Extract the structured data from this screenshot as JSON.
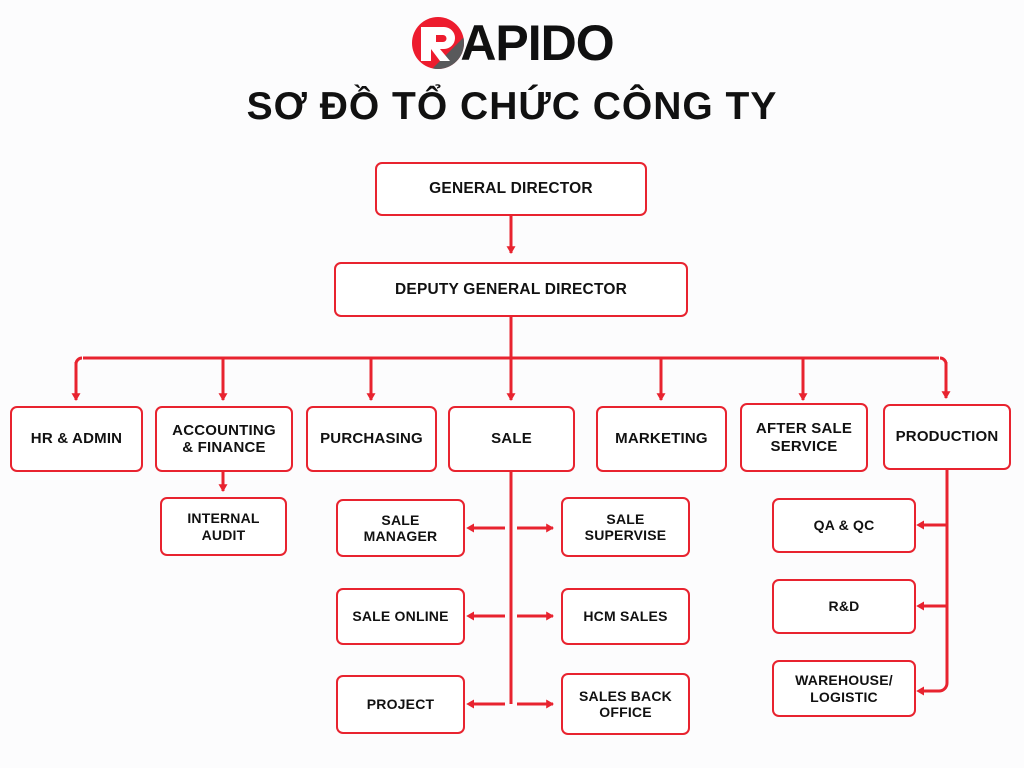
{
  "brand": {
    "logo_icon": "rapido-circle-r-logo",
    "logo_text": "APIDO",
    "logo_red": "#ED1C2E",
    "logo_gray": "#58595B"
  },
  "page": {
    "title": "SƠ ĐỒ TỔ CHỨC CÔNG TY",
    "accent_color": "#E8232F",
    "background": "#FCFCFD"
  },
  "chart_data": {
    "type": "diagram",
    "subtype": "organization-chart",
    "title": "SƠ ĐỒ TỔ CHỨC CÔNG TY",
    "orientation": "top-down",
    "nodes": [
      {
        "id": "general_director",
        "label": "GENERAL DIRECTOR",
        "level": 0
      },
      {
        "id": "deputy_director",
        "label": "DEPUTY GENERAL DIRECTOR",
        "level": 1
      },
      {
        "id": "hr_admin",
        "label": "HR & ADMIN",
        "level": 2
      },
      {
        "id": "accounting_finance",
        "label": "ACCOUNTING\n& FINANCE",
        "level": 2
      },
      {
        "id": "purchasing",
        "label": "PURCHASING",
        "level": 2
      },
      {
        "id": "sale",
        "label": "SALE",
        "level": 2
      },
      {
        "id": "marketing",
        "label": "MARKETING",
        "level": 2
      },
      {
        "id": "after_sale_service",
        "label": "AFTER SALE\nSERVICE",
        "level": 2
      },
      {
        "id": "production",
        "label": "PRODUCTION",
        "level": 2
      },
      {
        "id": "internal_audit",
        "label": "INTERNAL\nAUDIT",
        "level": 3
      },
      {
        "id": "sale_manager",
        "label": "SALE\nMANAGER",
        "level": 3
      },
      {
        "id": "sale_supervise",
        "label": "SALE\nSUPERVISE",
        "level": 3
      },
      {
        "id": "sale_online",
        "label": "SALE ONLINE",
        "level": 3
      },
      {
        "id": "hcm_sales",
        "label": "HCM SALES",
        "level": 3
      },
      {
        "id": "project",
        "label": "PROJECT",
        "level": 3
      },
      {
        "id": "sales_back_office",
        "label": "SALES BACK\nOFFICE",
        "level": 3
      },
      {
        "id": "qa_qc",
        "label": "QA & QC",
        "level": 3
      },
      {
        "id": "rd",
        "label": "R&D",
        "level": 3
      },
      {
        "id": "warehouse_logistic",
        "label": "WAREHOUSE/\nLOGISTIC",
        "level": 3
      }
    ],
    "edges": [
      {
        "from": "general_director",
        "to": "deputy_director",
        "style": "arrow-down"
      },
      {
        "from": "deputy_director",
        "to": "hr_admin",
        "style": "bus-arrow-down"
      },
      {
        "from": "deputy_director",
        "to": "accounting_finance",
        "style": "bus-arrow-down"
      },
      {
        "from": "deputy_director",
        "to": "purchasing",
        "style": "bus-arrow-down"
      },
      {
        "from": "deputy_director",
        "to": "sale",
        "style": "bus-arrow-down"
      },
      {
        "from": "deputy_director",
        "to": "marketing",
        "style": "bus-arrow-down"
      },
      {
        "from": "deputy_director",
        "to": "after_sale_service",
        "style": "bus-arrow-down"
      },
      {
        "from": "deputy_director",
        "to": "production",
        "style": "bus-arrow-down"
      },
      {
        "from": "accounting_finance",
        "to": "internal_audit",
        "style": "arrow-down"
      },
      {
        "from": "sale",
        "to": "sale_manager",
        "style": "arrow-left"
      },
      {
        "from": "sale",
        "to": "sale_supervise",
        "style": "arrow-right"
      },
      {
        "from": "sale",
        "to": "sale_online",
        "style": "arrow-left"
      },
      {
        "from": "sale",
        "to": "hcm_sales",
        "style": "arrow-right"
      },
      {
        "from": "sale",
        "to": "project",
        "style": "arrow-left"
      },
      {
        "from": "sale",
        "to": "sales_back_office",
        "style": "arrow-right"
      },
      {
        "from": "production",
        "to": "qa_qc",
        "style": "arrow-left"
      },
      {
        "from": "production",
        "to": "rd",
        "style": "arrow-left"
      },
      {
        "from": "production",
        "to": "warehouse_logistic",
        "style": "arrow-left"
      }
    ]
  },
  "labels": {
    "general_director": "GENERAL DIRECTOR",
    "deputy_director": "DEPUTY GENERAL DIRECTOR",
    "hr_admin": "HR & ADMIN",
    "accounting_finance_l1": "ACCOUNTING",
    "accounting_finance_l2": "& FINANCE",
    "purchasing": "PURCHASING",
    "sale": "SALE",
    "marketing": "MARKETING",
    "after_sale_l1": "AFTER SALE",
    "after_sale_l2": "SERVICE",
    "production": "PRODUCTION",
    "internal_audit_l1": "INTERNAL",
    "internal_audit_l2": "AUDIT",
    "sale_manager_l1": "SALE",
    "sale_manager_l2": "MANAGER",
    "sale_supervise_l1": "SALE",
    "sale_supervise_l2": "SUPERVISE",
    "sale_online": "SALE ONLINE",
    "hcm_sales": "HCM SALES",
    "project": "PROJECT",
    "sales_back_office_l1": "SALES BACK",
    "sales_back_office_l2": "OFFICE",
    "qa_qc": "QA & QC",
    "rd": "R&D",
    "warehouse_l1": "WAREHOUSE/",
    "warehouse_l2": "LOGISTIC"
  }
}
